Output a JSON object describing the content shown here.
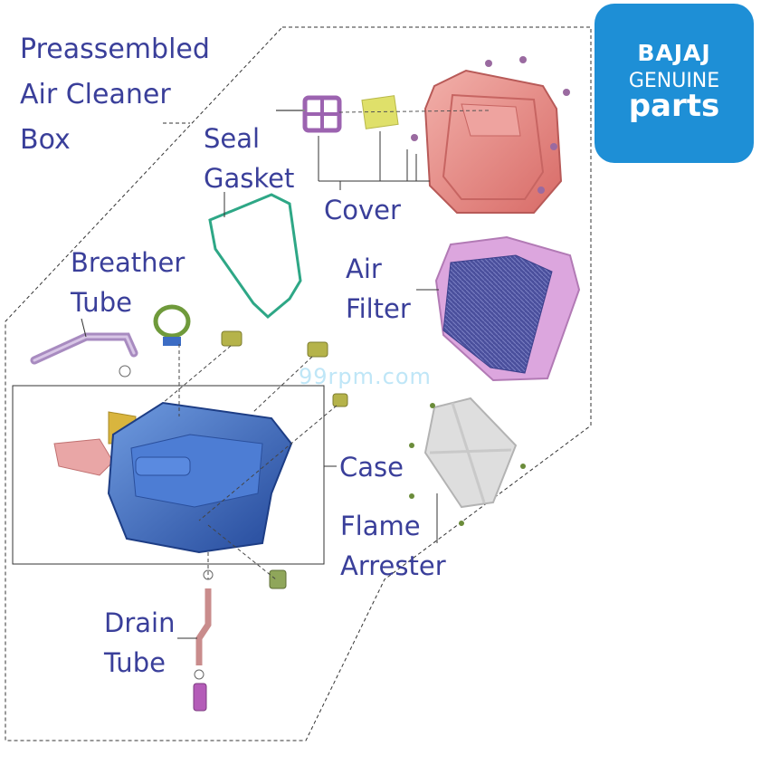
{
  "labels": {
    "preassembled": [
      "Preassembled",
      "Air Cleaner",
      "Box"
    ],
    "seal_gasket": [
      "Seal",
      "Gasket"
    ],
    "cover": "Cover",
    "breather_tube": [
      "Breather",
      "Tube"
    ],
    "air_filter": [
      "Air",
      "Filter"
    ],
    "case": "Case",
    "flame_arrester": [
      "Flame",
      "Arrester"
    ],
    "drain_tube": [
      "Drain",
      "Tube"
    ]
  },
  "logo": {
    "brand": "BAJAJ",
    "line1": "GENUINE",
    "line2": "parts"
  },
  "watermark": "99rpm.com",
  "colors": {
    "label_text": "#3a3f9a",
    "logo_bg": "#1e8fd6",
    "cover_part": "#e98a86",
    "air_filter_frame": "#d59ad8",
    "air_filter_mesh": "#4a4f9c",
    "case_body": "#3c6cc4",
    "gasket": "#33aa88",
    "flame_arrester": "#dcdcdc",
    "seal_part": "#b47ac4",
    "yellow_part": "#dfe06a"
  }
}
